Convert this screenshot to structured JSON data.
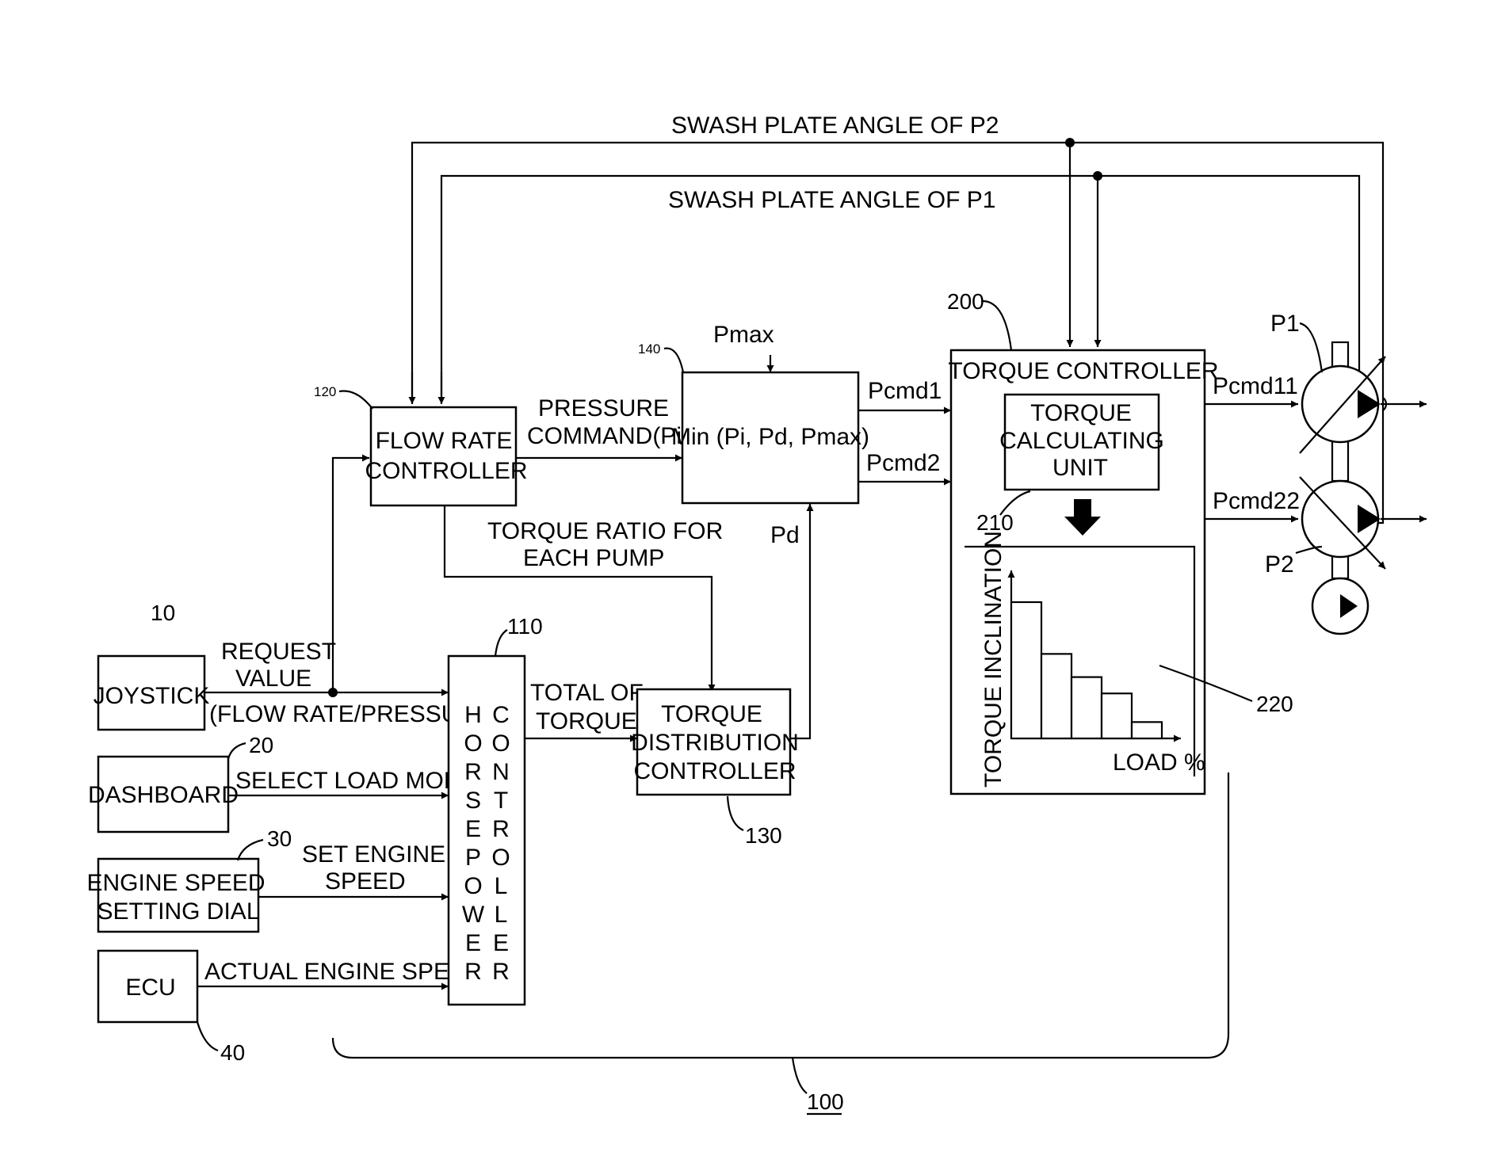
{
  "labels": {
    "swash_p2": "SWASH PLATE ANGLE OF P2",
    "swash_p1": "SWASH PLATE ANGLE OF P1",
    "pmax": "Pmax",
    "pressure_command_1": "PRESSURE",
    "pressure_command_2": "COMMAND(Pi)",
    "torque_ratio_1": "TORQUE RATIO FOR",
    "torque_ratio_2": "EACH PUMP",
    "pd": "Pd",
    "pcmd1": "Pcmd1",
    "pcmd2": "Pcmd2",
    "pcmd11": "Pcmd11",
    "pcmd22": "Pcmd22",
    "request_value_1": "REQUEST",
    "request_value_2": "VALUE",
    "flow_rate_pressure": "(FLOW RATE/PRESSURE)",
    "select_load_mode": "SELECT LOAD MODE",
    "set_engine_speed_1": "SET ENGINE",
    "set_engine_speed_2": "SPEED",
    "actual_engine_speed": "ACTUAL ENGINE SPEED",
    "total_torque_1": "TOTAL OF",
    "total_torque_2": "TORQUE",
    "torque_inclination": "TORQUE INCLINATION",
    "load_percent": "LOAD %",
    "p1": "P1",
    "p2": "P2"
  },
  "blocks": {
    "joystick": "JOYSTICK",
    "dashboard": "DASHBOARD",
    "engine_dial_1": "ENGINE SPEED",
    "engine_dial_2": "SETTING DIAL",
    "ecu": "ECU",
    "flow_rate_1": "FLOW RATE",
    "flow_rate_2": "CONTROLLER",
    "min": "Min (Pi, Pd, Pmax)",
    "horsepower_left": [
      "H",
      "O",
      "R",
      "S",
      "E",
      "P",
      "O",
      "W",
      "E",
      "R"
    ],
    "horsepower_right": [
      "C",
      "O",
      "N",
      "T",
      "R",
      "O",
      "L",
      "L",
      "E",
      "R"
    ],
    "torque_dist_1": "TORQUE",
    "torque_dist_2": "DISTRIBUTION",
    "torque_dist_3": "CONTROLLER",
    "torque_controller": "TORQUE CONTROLLER",
    "torque_calc_1": "TORQUE",
    "torque_calc_2": "CALCULATING",
    "torque_calc_3": "UNIT"
  },
  "refs": {
    "r10": "10",
    "r20": "20",
    "r30": "30",
    "r40": "40",
    "r100": "100",
    "r110": "110",
    "r120": "120",
    "r130": "130",
    "r140": "140",
    "r200": "200",
    "r210": "210",
    "r220": "220"
  },
  "torque_chart": {
    "type": "bar",
    "relative_heights": [
      1.0,
      0.62,
      0.45,
      0.33,
      0.12
    ]
  }
}
